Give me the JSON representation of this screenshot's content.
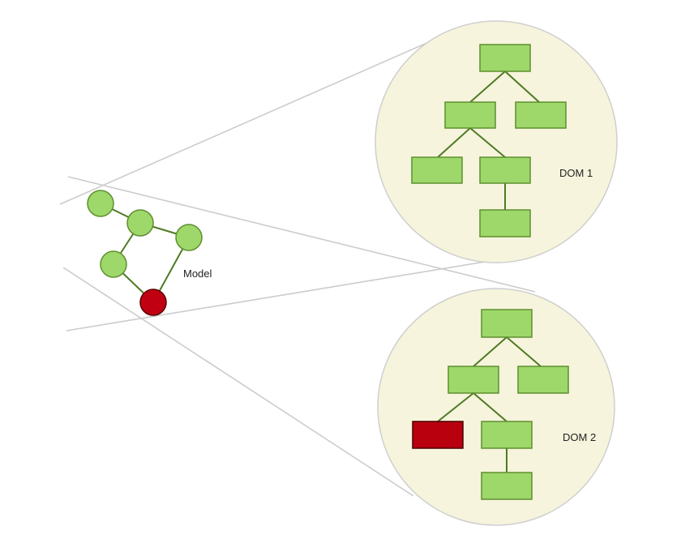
{
  "model": {
    "label": "Model",
    "node_fill": "#9ed86b",
    "node_stroke": "#5f8f2e",
    "highlight_fill": "#c00012",
    "highlight_stroke": "#5a0000"
  },
  "dom1": {
    "label": "DOM 1"
  },
  "dom2": {
    "label": "DOM 2"
  },
  "colors": {
    "circle_fill": "#f6f4dc",
    "circle_stroke": "#cfcfcf",
    "projection_line": "#cccccc",
    "node_fill": "#9ed86b",
    "node_stroke": "#5f8f2e",
    "edge": "#4f7a24",
    "changed_fill": "#b8000f",
    "changed_stroke": "#4a0000"
  }
}
